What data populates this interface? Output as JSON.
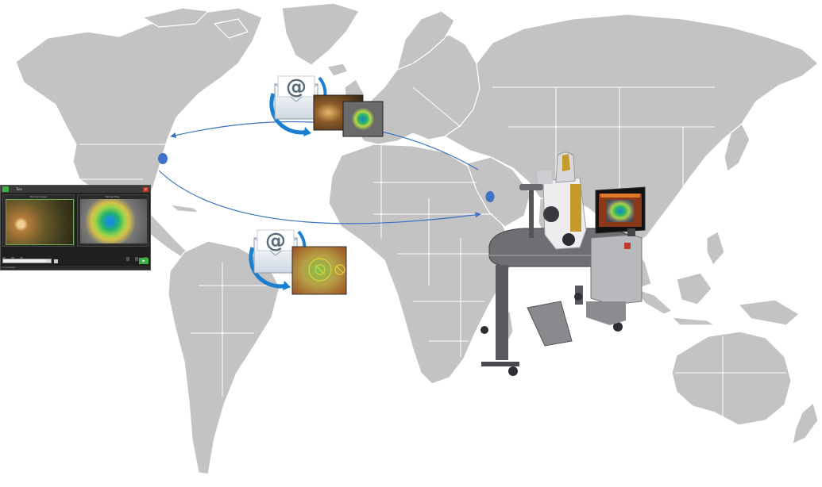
{
  "colors": {
    "ocean": "#ffffff",
    "land": "#c3c3c3",
    "border": "#ffffff",
    "route": "#3a72c4",
    "node": "#3f74c7",
    "email_blue": "#1a7fd1"
  },
  "icons": [
    "email-at-icon",
    "email-at-icon"
  ],
  "viewer": {
    "title": "Tele",
    "left_pane_label": "Fundus Image",
    "right_pane_label": "Retinal Map",
    "status": "Connected"
  }
}
